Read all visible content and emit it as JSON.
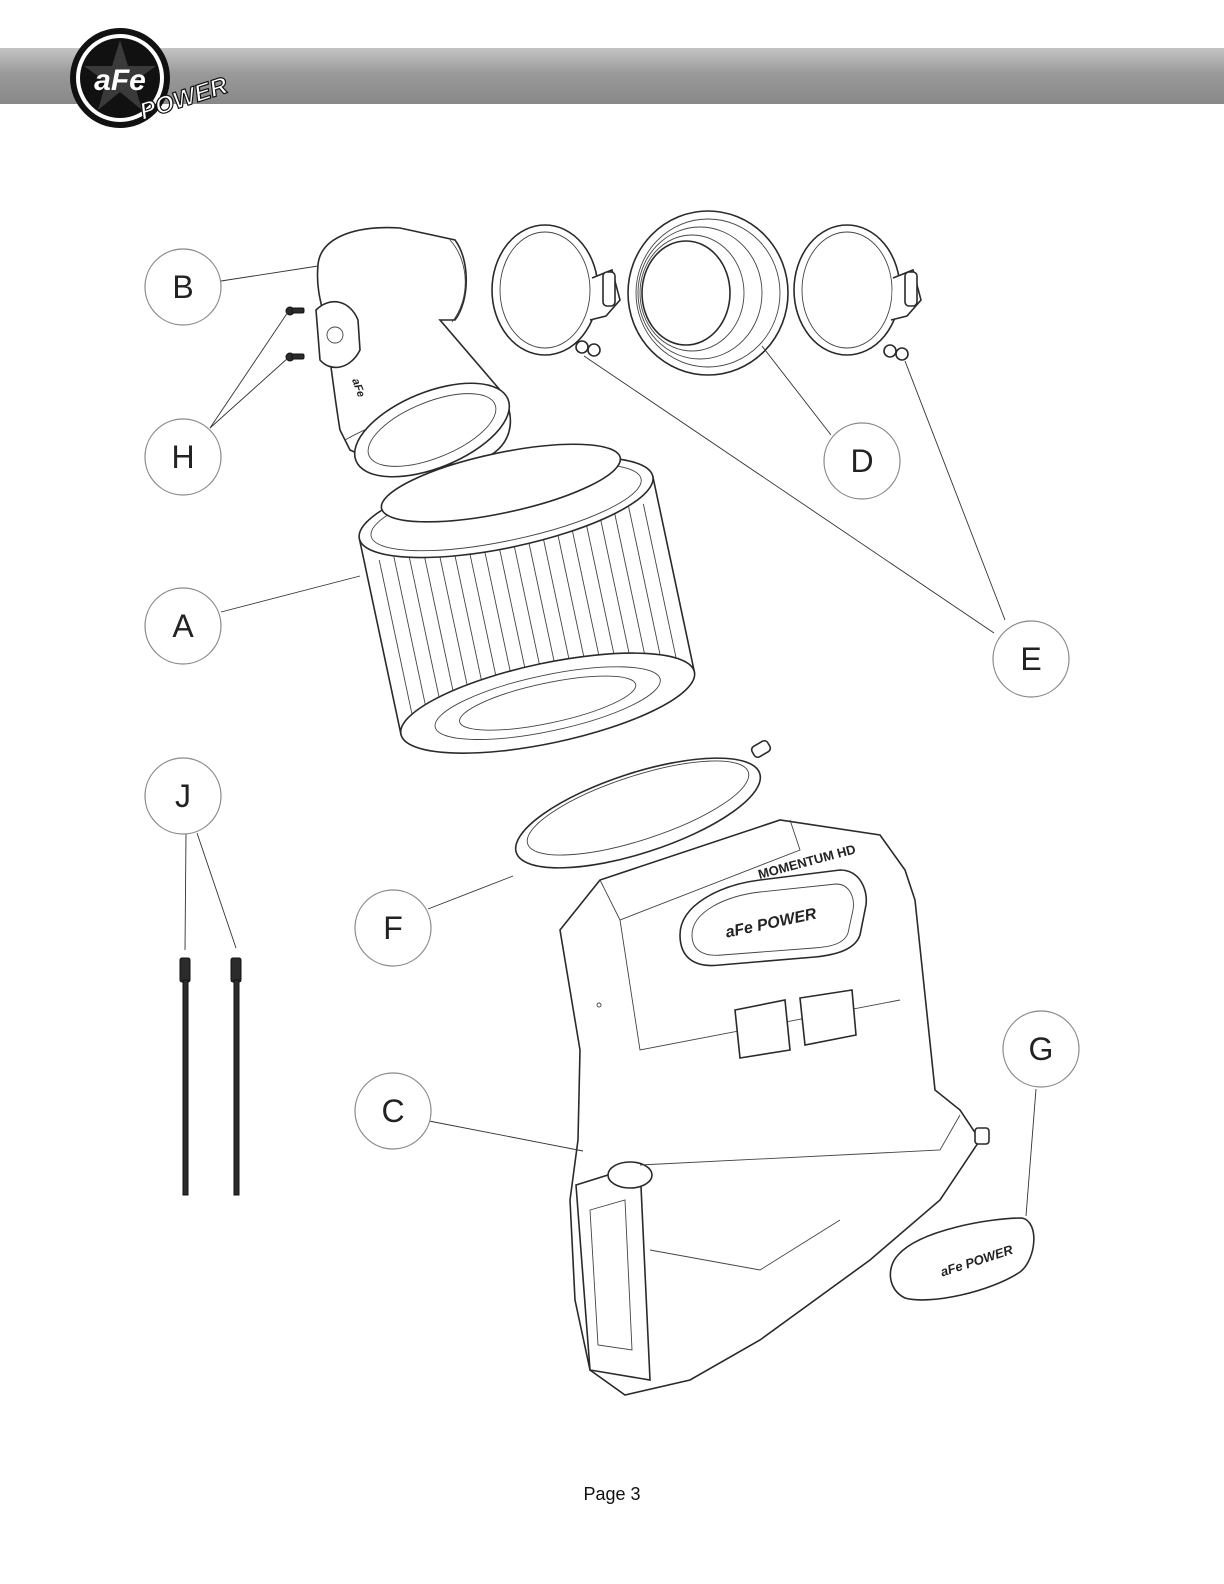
{
  "header": {
    "logo_primary": "aFe",
    "logo_secondary": "POWER"
  },
  "callouts": {
    "a": "A",
    "b": "B",
    "c": "C",
    "d": "D",
    "e": "E",
    "f": "F",
    "g": "G",
    "h": "H",
    "j": "J"
  },
  "parts": {
    "housing_badge": "MOMENTUM HD",
    "housing_logo": "aFe POWER",
    "cap_logo": "aFe POWER"
  },
  "footer": {
    "page_label": "Page 3"
  }
}
